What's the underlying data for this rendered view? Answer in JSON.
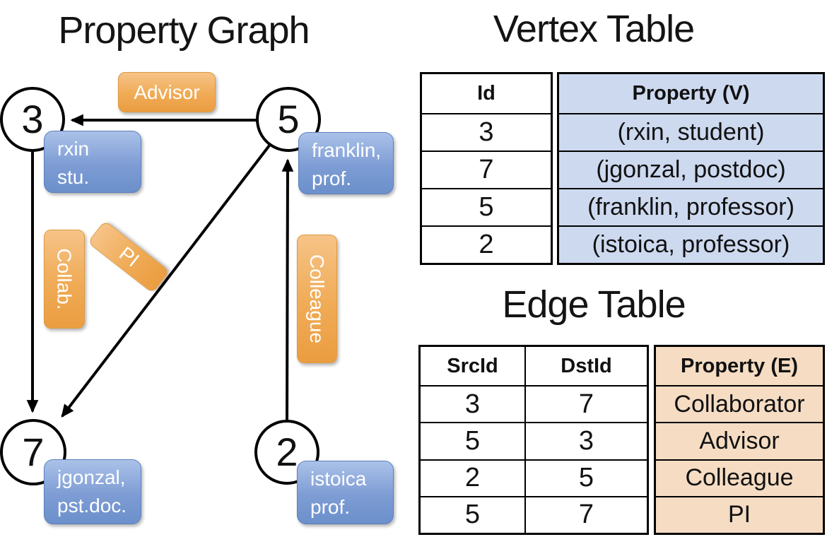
{
  "graph": {
    "title": "Property Graph",
    "vertices": [
      {
        "id": "3",
        "label_lines": [
          "rxin",
          "stu."
        ]
      },
      {
        "id": "5",
        "label_lines": [
          "franklin,",
          "prof."
        ]
      },
      {
        "id": "7",
        "label_lines": [
          "jgonzal,",
          "pst.doc."
        ]
      },
      {
        "id": "2",
        "label_lines": [
          "istoica",
          "prof."
        ]
      }
    ],
    "edges": [
      {
        "from": "5",
        "to": "3",
        "label": "Advisor"
      },
      {
        "from": "3",
        "to": "7",
        "label": "Collab."
      },
      {
        "from": "5",
        "to": "7",
        "label": "PI"
      },
      {
        "from": "2",
        "to": "5",
        "label": "Colleague"
      }
    ]
  },
  "vertex_table": {
    "title": "Vertex Table",
    "columns": [
      "Id",
      "Property (V)"
    ],
    "rows": [
      [
        "3",
        "(rxin, student)"
      ],
      [
        "7",
        "(jgonzal, postdoc)"
      ],
      [
        "5",
        "(franklin, professor)"
      ],
      [
        "2",
        "(istoica, professor)"
      ]
    ]
  },
  "edge_table": {
    "title": "Edge Table",
    "columns": [
      "SrcId",
      "DstId",
      "Property (E)"
    ],
    "rows": [
      [
        "3",
        "7",
        "Collaborator"
      ],
      [
        "5",
        "3",
        "Advisor"
      ],
      [
        "2",
        "5",
        "Colleague"
      ],
      [
        "5",
        "7",
        "PI"
      ]
    ]
  },
  "colors": {
    "edge_label_orange": "#EFA84E",
    "vertex_label_blue": "#7E9CD4",
    "vertex_property_fill": "#CDD9EF",
    "edge_property_fill": "#F5DCC3",
    "line_black": "#000000"
  }
}
